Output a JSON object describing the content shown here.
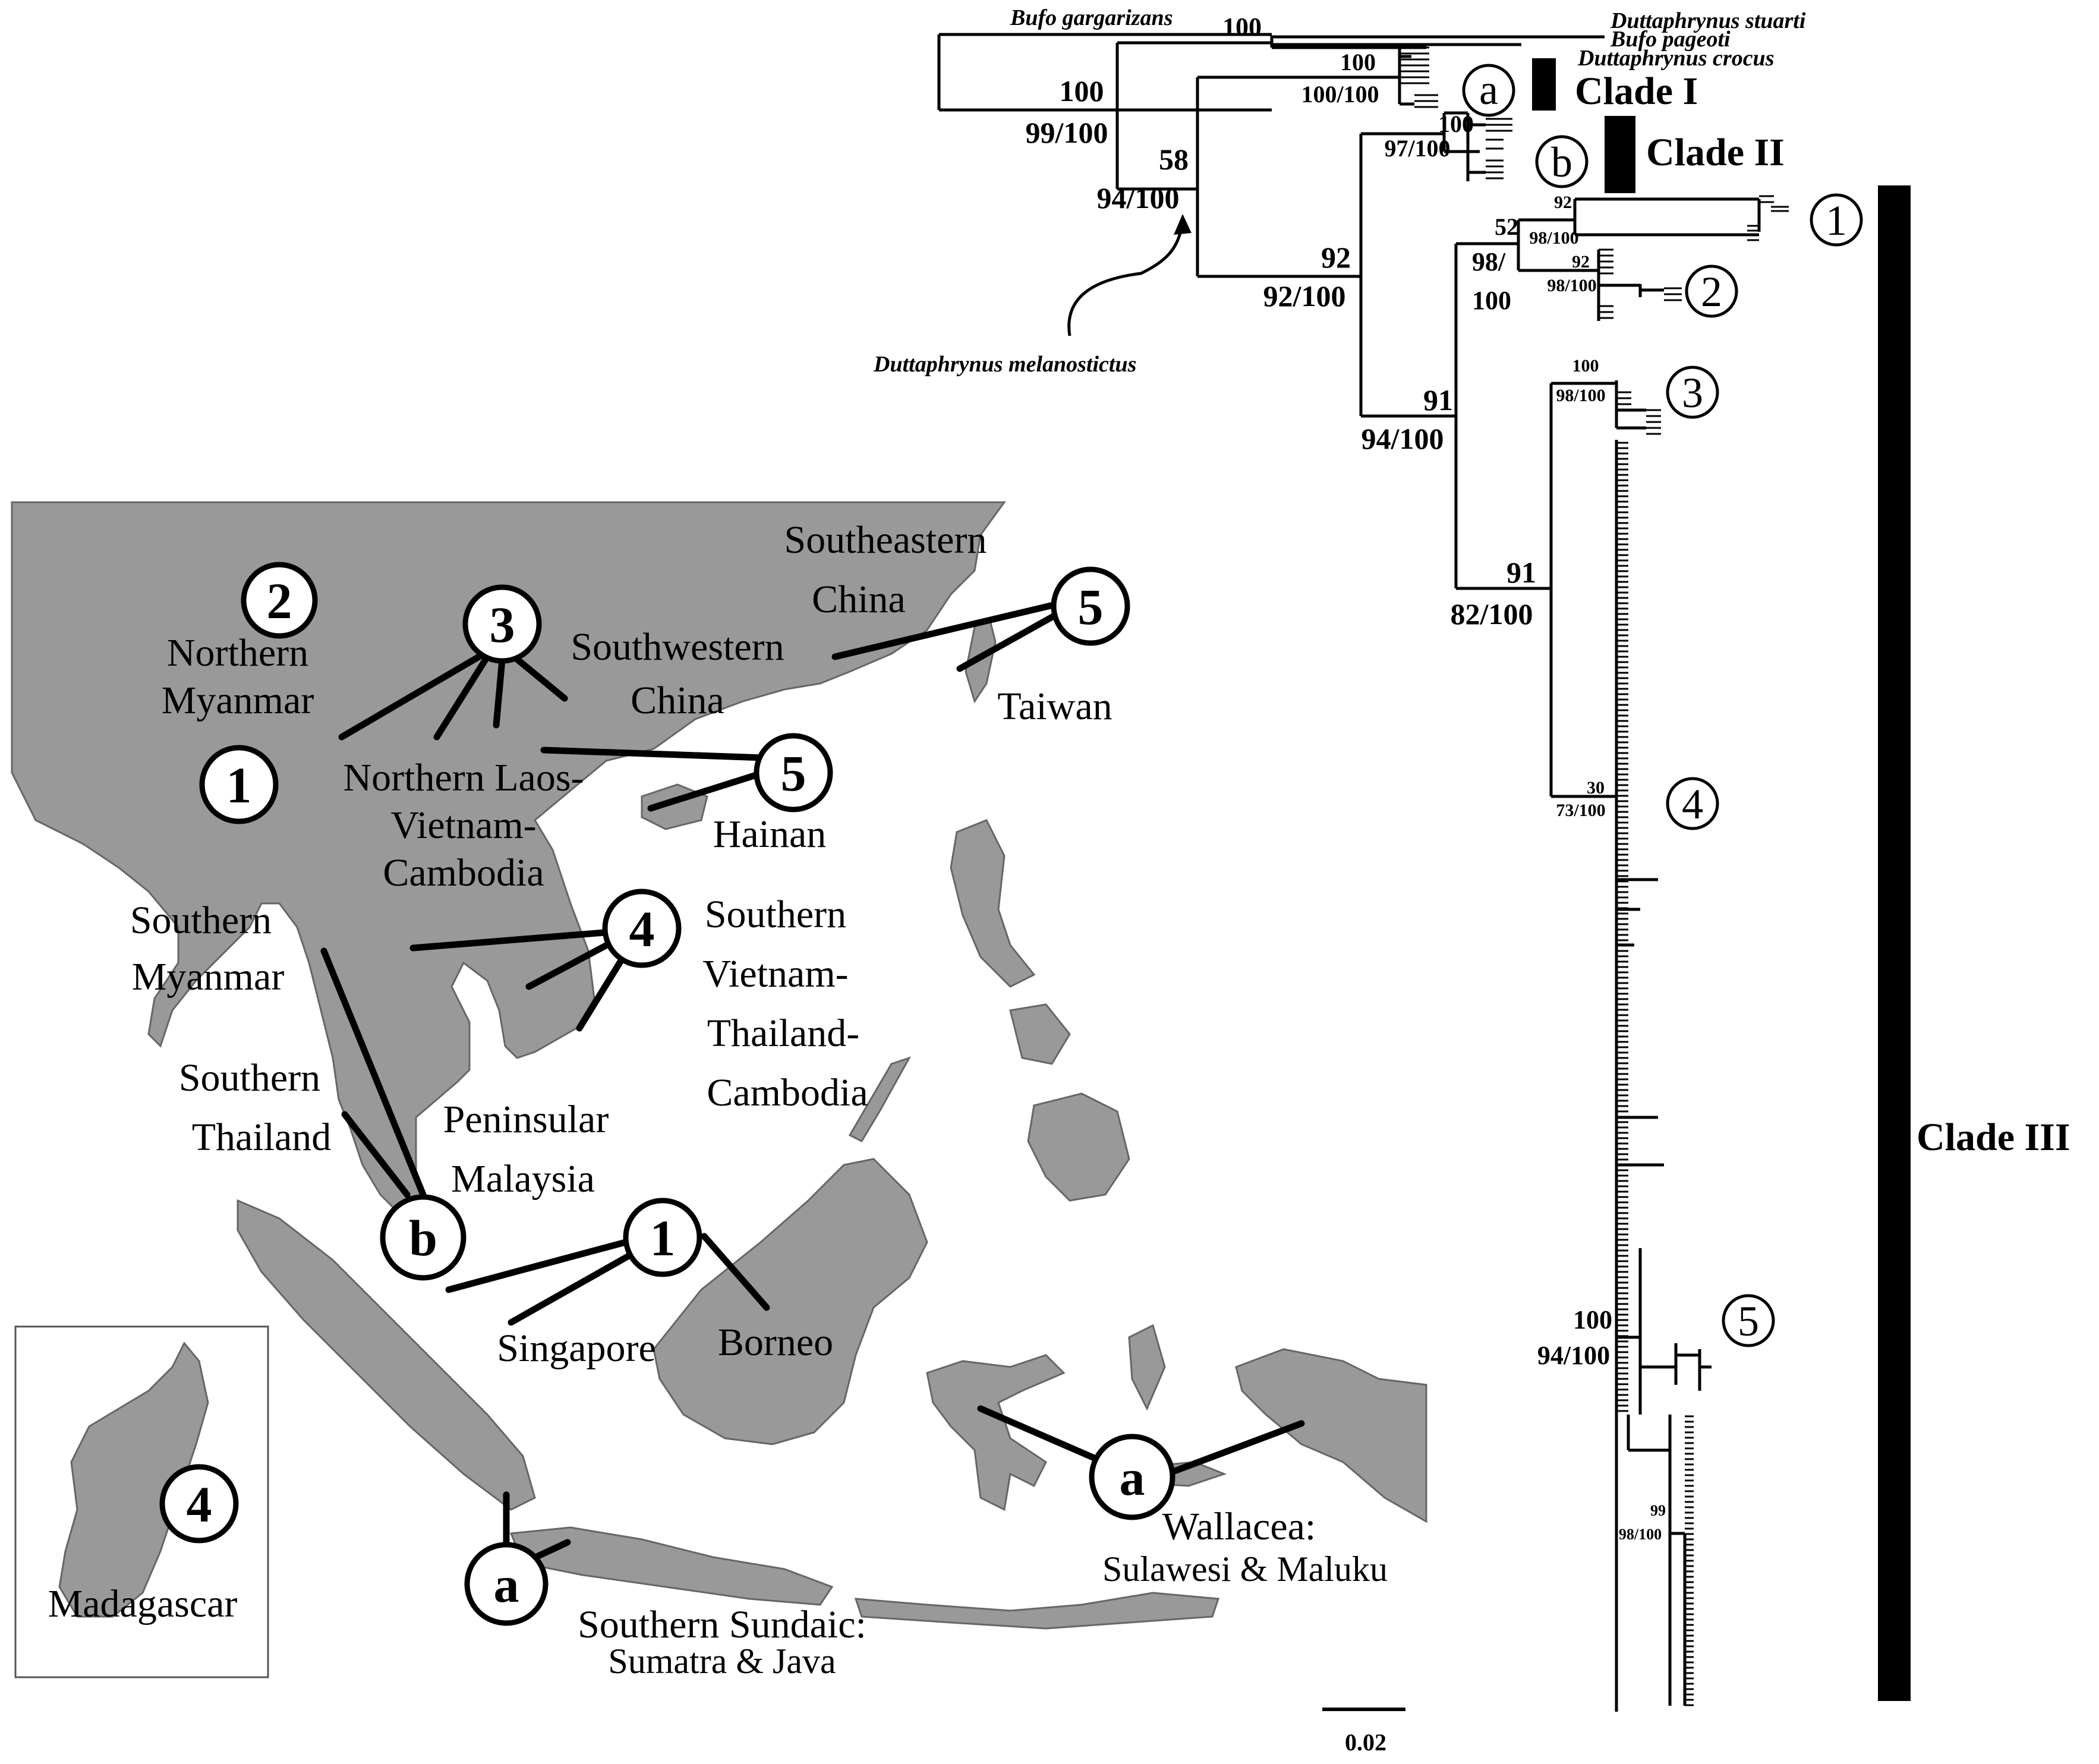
{
  "taxa": {
    "bufo_gargarizans": "Bufo gargarizans",
    "duttaphrynus_stuarti": "Duttaphrynus stuarti",
    "bufo_pageoti": "Bufo pageoti",
    "duttaphrynus_crocus": "Duttaphrynus crocus",
    "duttaphrynus_melanostictus": "Duttaphrynus melanostictus"
  },
  "clades": {
    "clade_1": "Clade I",
    "clade_2": "Clade II",
    "clade_3": "Clade III"
  },
  "support": {
    "s100_a": "100",
    "s100_b": "100",
    "s100_c": "100",
    "s9999": "99/100",
    "s10099": "100/100",
    "s100_d": "100",
    "s9797": "97/100",
    "s58": "58",
    "s94_a": "94/100",
    "s92a": "92",
    "s92b": "92/100",
    "s92c": "92",
    "s98a": "98/100",
    "s52": "52",
    "s98b_top": "98/",
    "s98b_bot": "100",
    "s92d": "92",
    "s98c": "98/100",
    "s91a": "91",
    "s94_b": "94/100",
    "s100_e": "100",
    "s98d": "98/100",
    "s91b": "91",
    "s82": "82/100",
    "s30": "30",
    "s73": "73/100",
    "s100_f": "100",
    "s94_c": "94/100",
    "s99": "99",
    "s98e": "98/100"
  },
  "tree_markers": {
    "a": "a",
    "b": "b",
    "n1": "1",
    "n2": "2",
    "n3": "3",
    "n4": "4",
    "n5": "5"
  },
  "scale_bar": "0.02",
  "map_places": {
    "northern_myanmar_1": "Northern",
    "northern_myanmar_2": "Myanmar",
    "southeastern_china_1": "Southeastern",
    "southeastern_china_2": "China",
    "southwestern_china_1": "Southwestern",
    "southwestern_china_2": "China",
    "taiwan": "Taiwan",
    "northern_laos_1": "Northern Laos-",
    "northern_laos_2": "Vietnam-",
    "northern_laos_3": "Cambodia",
    "hainan": "Hainan",
    "southern_myanmar_1": "Southern",
    "southern_myanmar_2": "Myanmar",
    "southern_vietnam_1": "Southern",
    "southern_vietnam_2": "Vietnam-",
    "southern_vietnam_3": "Thailand-",
    "southern_vietnam_4": "Cambodia",
    "southern_thailand_1": "Southern",
    "southern_thailand_2": "Thailand",
    "peninsular_1": "Peninsular",
    "peninsular_2": "Malaysia",
    "singapore": "Singapore",
    "borneo": "Borneo",
    "madagascar": "Madagascar",
    "wallacea_1": "Wallacea:",
    "wallacea_2": "Sulawesi & Maluku",
    "sundaic_1": "Southern Sundaic:",
    "sundaic_2": "Sumatra & Java"
  },
  "map_markers": {
    "m2": "2",
    "m1": "1",
    "m3": "3",
    "m5a": "5",
    "m5b": "5",
    "m4": "4",
    "mb": "b",
    "m1b": "1",
    "m4mad": "4",
    "ma1": "a",
    "ma2": "a"
  },
  "colors": {
    "land": "#999999",
    "ink": "#000000",
    "background": "#ffffff"
  }
}
